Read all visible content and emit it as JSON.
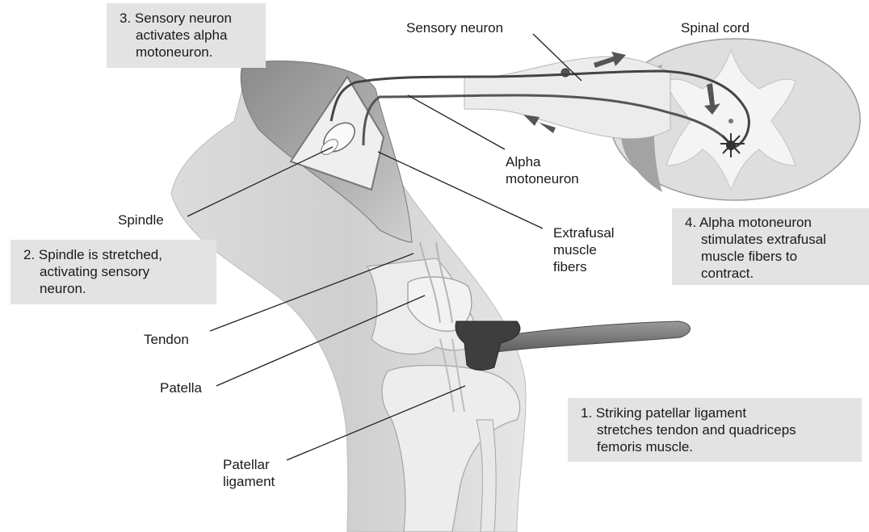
{
  "steps": {
    "step1": {
      "lines": [
        "1. Striking patellar ligament",
        "stretches tendon and quadriceps",
        "femoris muscle."
      ]
    },
    "step2": {
      "lines": [
        "2. Spindle is stretched,",
        "activating sensory",
        "neuron."
      ]
    },
    "step3": {
      "lines": [
        "3. Sensory neuron",
        "activates alpha",
        "motoneuron."
      ]
    },
    "step4": {
      "lines": [
        "4. Alpha motoneuron",
        "stimulates extrafusal",
        "muscle fibers to",
        "contract."
      ]
    }
  },
  "labels": {
    "sensory_neuron": "Sensory neuron",
    "spinal_cord": "Spinal cord",
    "alpha_motoneuron": [
      "Alpha",
      "motoneuron"
    ],
    "spindle": "Spindle",
    "extrafusal": [
      "Extrafusal",
      "muscle",
      "fibers"
    ],
    "tendon": "Tendon",
    "patella": "Patella",
    "patellar_ligament": [
      "Patellar",
      "ligament"
    ]
  },
  "colors": {
    "step_box": "#e3e3e3",
    "line": "#222222",
    "arrow": "#555555"
  }
}
